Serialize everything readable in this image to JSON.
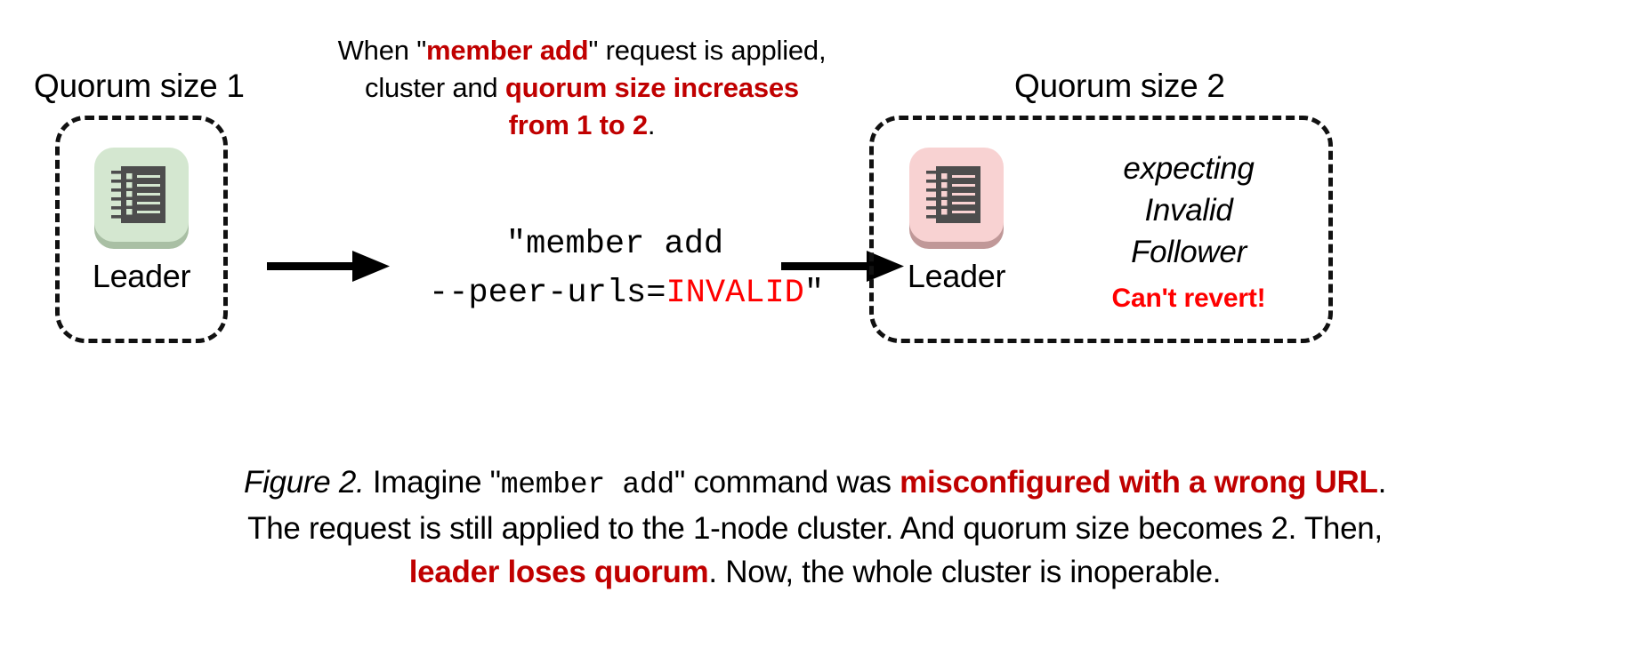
{
  "figure": {
    "top_note": {
      "line1_pre": "When \"",
      "line1_hl": "member add",
      "line1_post": "\" request is applied,",
      "line2_pre": "cluster and ",
      "line2_hl": "quorum size increases",
      "line3_hl": "from 1 to 2",
      "line3_post": "."
    },
    "left_cluster": {
      "title": "Quorum size 1",
      "node_label": "Leader",
      "node_icon": "ledger-node-icon",
      "tile_color": "#D4E7D0",
      "shadow_color": "#A9BFA4",
      "glyph_color": "#4D4D4D"
    },
    "right_cluster": {
      "title": "Quorum size 2",
      "node_label": "Leader",
      "node_icon": "ledger-node-icon",
      "tile_color": "#F8D2D2",
      "shadow_color": "#C09898",
      "glyph_color": "#4D4D4D",
      "status_line1": "expecting",
      "status_line2": "Invalid",
      "status_line3": "Follower",
      "warning": "Can't revert!",
      "warning_color": "#FF0000"
    },
    "command": {
      "line1": "\"member add",
      "line2_pre": "--peer-urls=",
      "line2_hl": "INVALID",
      "line2_post": "\"",
      "highlight_color": "#FF0000"
    },
    "arrows": {
      "left_arrow": "right-arrow-icon",
      "right_arrow": "right-arrow-icon"
    },
    "caption": {
      "label": "Figure 2.",
      "t1": " Imagine \"",
      "mono1": "member add",
      "t2": "\" command was ",
      "hl1": "misconfigured with a wrong URL",
      "t3": ".",
      "t4": "The request is still applied to the 1-node cluster. And quorum size becomes 2. Then,",
      "hl2": "leader loses quorum",
      "t5": ". Now, the whole cluster is inoperable."
    },
    "colors": {
      "accent_red": "#C00000",
      "alert_red": "#FF0000",
      "ink": "#000000",
      "background": "#FFFFFF"
    }
  }
}
